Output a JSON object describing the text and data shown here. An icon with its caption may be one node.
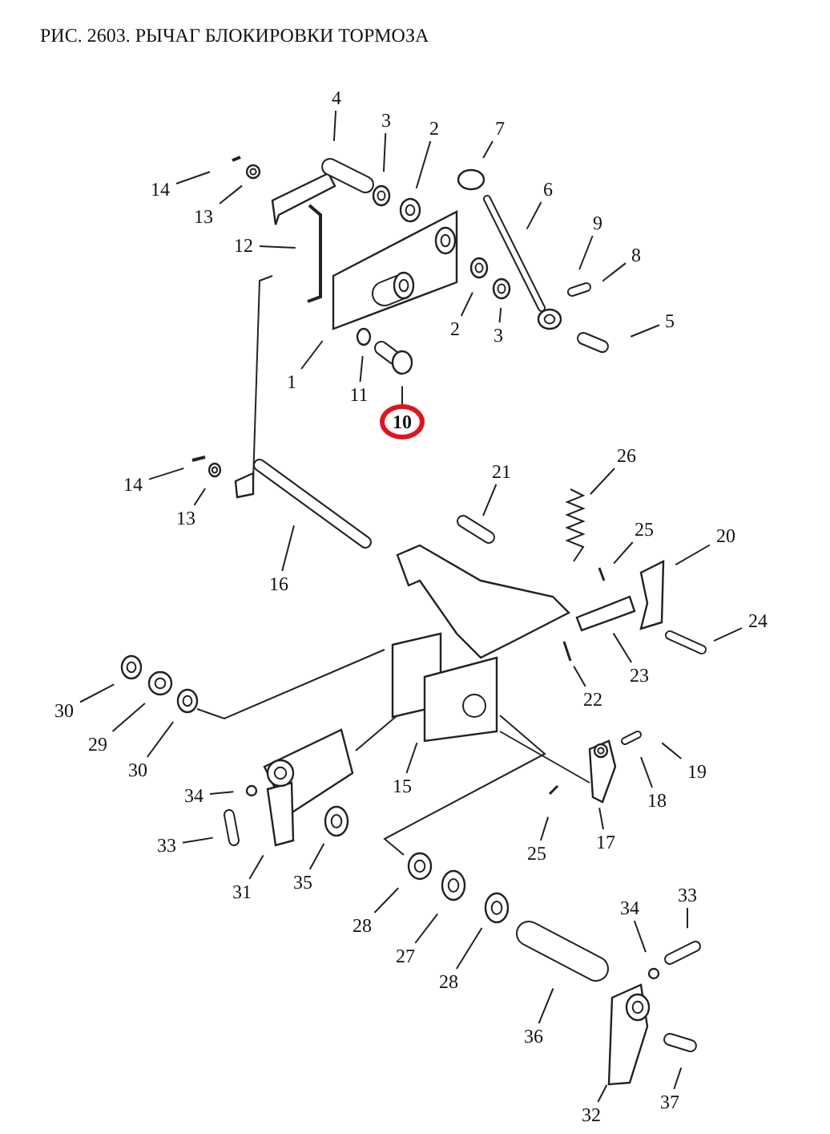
{
  "diagram": {
    "title": "РИС. 2603. РЫЧАГ БЛОКИРОВКИ ТОРМОЗА",
    "nodes": [
      {
        "text": [
          "4"
        ]
      },
      {
        "text": [
          "3"
        ]
      },
      {
        "text": [
          "2"
        ]
      },
      {
        "text": [
          "7"
        ]
      },
      {
        "text": [
          "14"
        ]
      },
      {
        "text": [
          "13"
        ]
      },
      {
        "text": [
          "6"
        ]
      },
      {
        "text": [
          "12"
        ]
      },
      {
        "text": [
          "9"
        ]
      },
      {
        "text": [
          "8"
        ]
      },
      {
        "text": [
          "5"
        ]
      },
      {
        "text": [
          "1"
        ]
      },
      {
        "text": [
          "2"
        ]
      },
      {
        "text": [
          "3"
        ]
      },
      {
        "text": [
          "11"
        ]
      },
      {
        "text": [
          "10"
        ]
      },
      {
        "text": [
          "21"
        ]
      },
      {
        "text": [
          "26"
        ]
      },
      {
        "text": [
          "14"
        ]
      },
      {
        "text": [
          "13"
        ]
      },
      {
        "text": [
          "25"
        ]
      },
      {
        "text": [
          "20"
        ]
      },
      {
        "text": [
          "16"
        ]
      },
      {
        "text": [
          "24"
        ]
      },
      {
        "text": [
          "23"
        ]
      },
      {
        "text": [
          "22"
        ]
      },
      {
        "text": [
          "30"
        ]
      },
      {
        "text": [
          "29"
        ]
      },
      {
        "text": [
          "30"
        ]
      },
      {
        "text": [
          "15"
        ]
      },
      {
        "text": [
          "19"
        ]
      },
      {
        "text": [
          "18"
        ]
      },
      {
        "text": [
          "34"
        ]
      },
      {
        "text": [
          "33"
        ]
      },
      {
        "text": [
          "17"
        ]
      },
      {
        "text": [
          "25"
        ]
      },
      {
        "text": [
          "31"
        ]
      },
      {
        "text": [
          "35"
        ]
      },
      {
        "text": [
          "28"
        ]
      },
      {
        "text": [
          "27"
        ]
      },
      {
        "text": [
          "28"
        ]
      },
      {
        "text": [
          "33"
        ]
      },
      {
        "text": [
          "34"
        ]
      },
      {
        "text": [
          "36"
        ]
      },
      {
        "text": [
          "32"
        ]
      },
      {
        "text": [
          "37"
        ]
      }
    ],
    "edges": [
      {
        "from": 0,
        "to": null,
        "arrow": "none"
      },
      {
        "from": 1,
        "to": null,
        "arrow": "none"
      },
      {
        "from": 2,
        "to": null,
        "arrow": "none"
      },
      {
        "from": 3,
        "to": null,
        "arrow": "none"
      },
      {
        "from": 4,
        "to": null,
        "arrow": "none"
      },
      {
        "from": 5,
        "to": null,
        "arrow": "none"
      },
      {
        "from": 6,
        "to": null,
        "arrow": "none"
      },
      {
        "from": 7,
        "to": null,
        "arrow": "none"
      },
      {
        "from": 8,
        "to": null,
        "arrow": "none"
      },
      {
        "from": 9,
        "to": null,
        "arrow": "none"
      },
      {
        "from": 10,
        "to": null,
        "arrow": "none"
      },
      {
        "from": 11,
        "to": null,
        "arrow": "none"
      },
      {
        "from": 12,
        "to": null,
        "arrow": "none"
      },
      {
        "from": 13,
        "to": null,
        "arrow": "none"
      },
      {
        "from": 14,
        "to": null,
        "arrow": "none"
      },
      {
        "from": 15,
        "to": null,
        "arrow": "none"
      },
      {
        "from": 16,
        "to": null,
        "arrow": "none"
      },
      {
        "from": 17,
        "to": null,
        "arrow": "none"
      },
      {
        "from": 18,
        "to": null,
        "arrow": "none"
      },
      {
        "from": 19,
        "to": null,
        "arrow": "none"
      },
      {
        "from": 20,
        "to": null,
        "arrow": "none"
      },
      {
        "from": 21,
        "to": null,
        "arrow": "none"
      },
      {
        "from": 22,
        "to": null,
        "arrow": "none"
      },
      {
        "from": 23,
        "to": null,
        "arrow": "none"
      },
      {
        "from": 24,
        "to": null,
        "arrow": "none"
      },
      {
        "from": 25,
        "to": null,
        "arrow": "none"
      },
      {
        "from": 26,
        "to": null,
        "arrow": "none"
      },
      {
        "from": 27,
        "to": null,
        "arrow": "none"
      },
      {
        "from": 28,
        "to": null,
        "arrow": "none"
      },
      {
        "from": 29,
        "to": null,
        "arrow": "none"
      },
      {
        "from": 30,
        "to": null,
        "arrow": "none"
      },
      {
        "from": 31,
        "to": null,
        "arrow": "none"
      },
      {
        "from": 32,
        "to": null,
        "arrow": "none"
      },
      {
        "from": 33,
        "to": null,
        "arrow": "none"
      },
      {
        "from": 34,
        "to": null,
        "arrow": "none"
      },
      {
        "from": 35,
        "to": null,
        "arrow": "none"
      },
      {
        "from": 36,
        "to": null,
        "arrow": "none"
      },
      {
        "from": 37,
        "to": null,
        "arrow": "none"
      },
      {
        "from": 38,
        "to": null,
        "arrow": "none"
      },
      {
        "from": 39,
        "to": null,
        "arrow": "none"
      },
      {
        "from": 40,
        "to": null,
        "arrow": "none"
      },
      {
        "from": 41,
        "to": null,
        "arrow": "none"
      },
      {
        "from": 42,
        "to": null,
        "arrow": "none"
      },
      {
        "from": 43,
        "to": null,
        "arrow": "none"
      },
      {
        "from": 44,
        "to": null,
        "arrow": "none"
      },
      {
        "from": 45,
        "to": null,
        "arrow": "none"
      }
    ]
  }
}
